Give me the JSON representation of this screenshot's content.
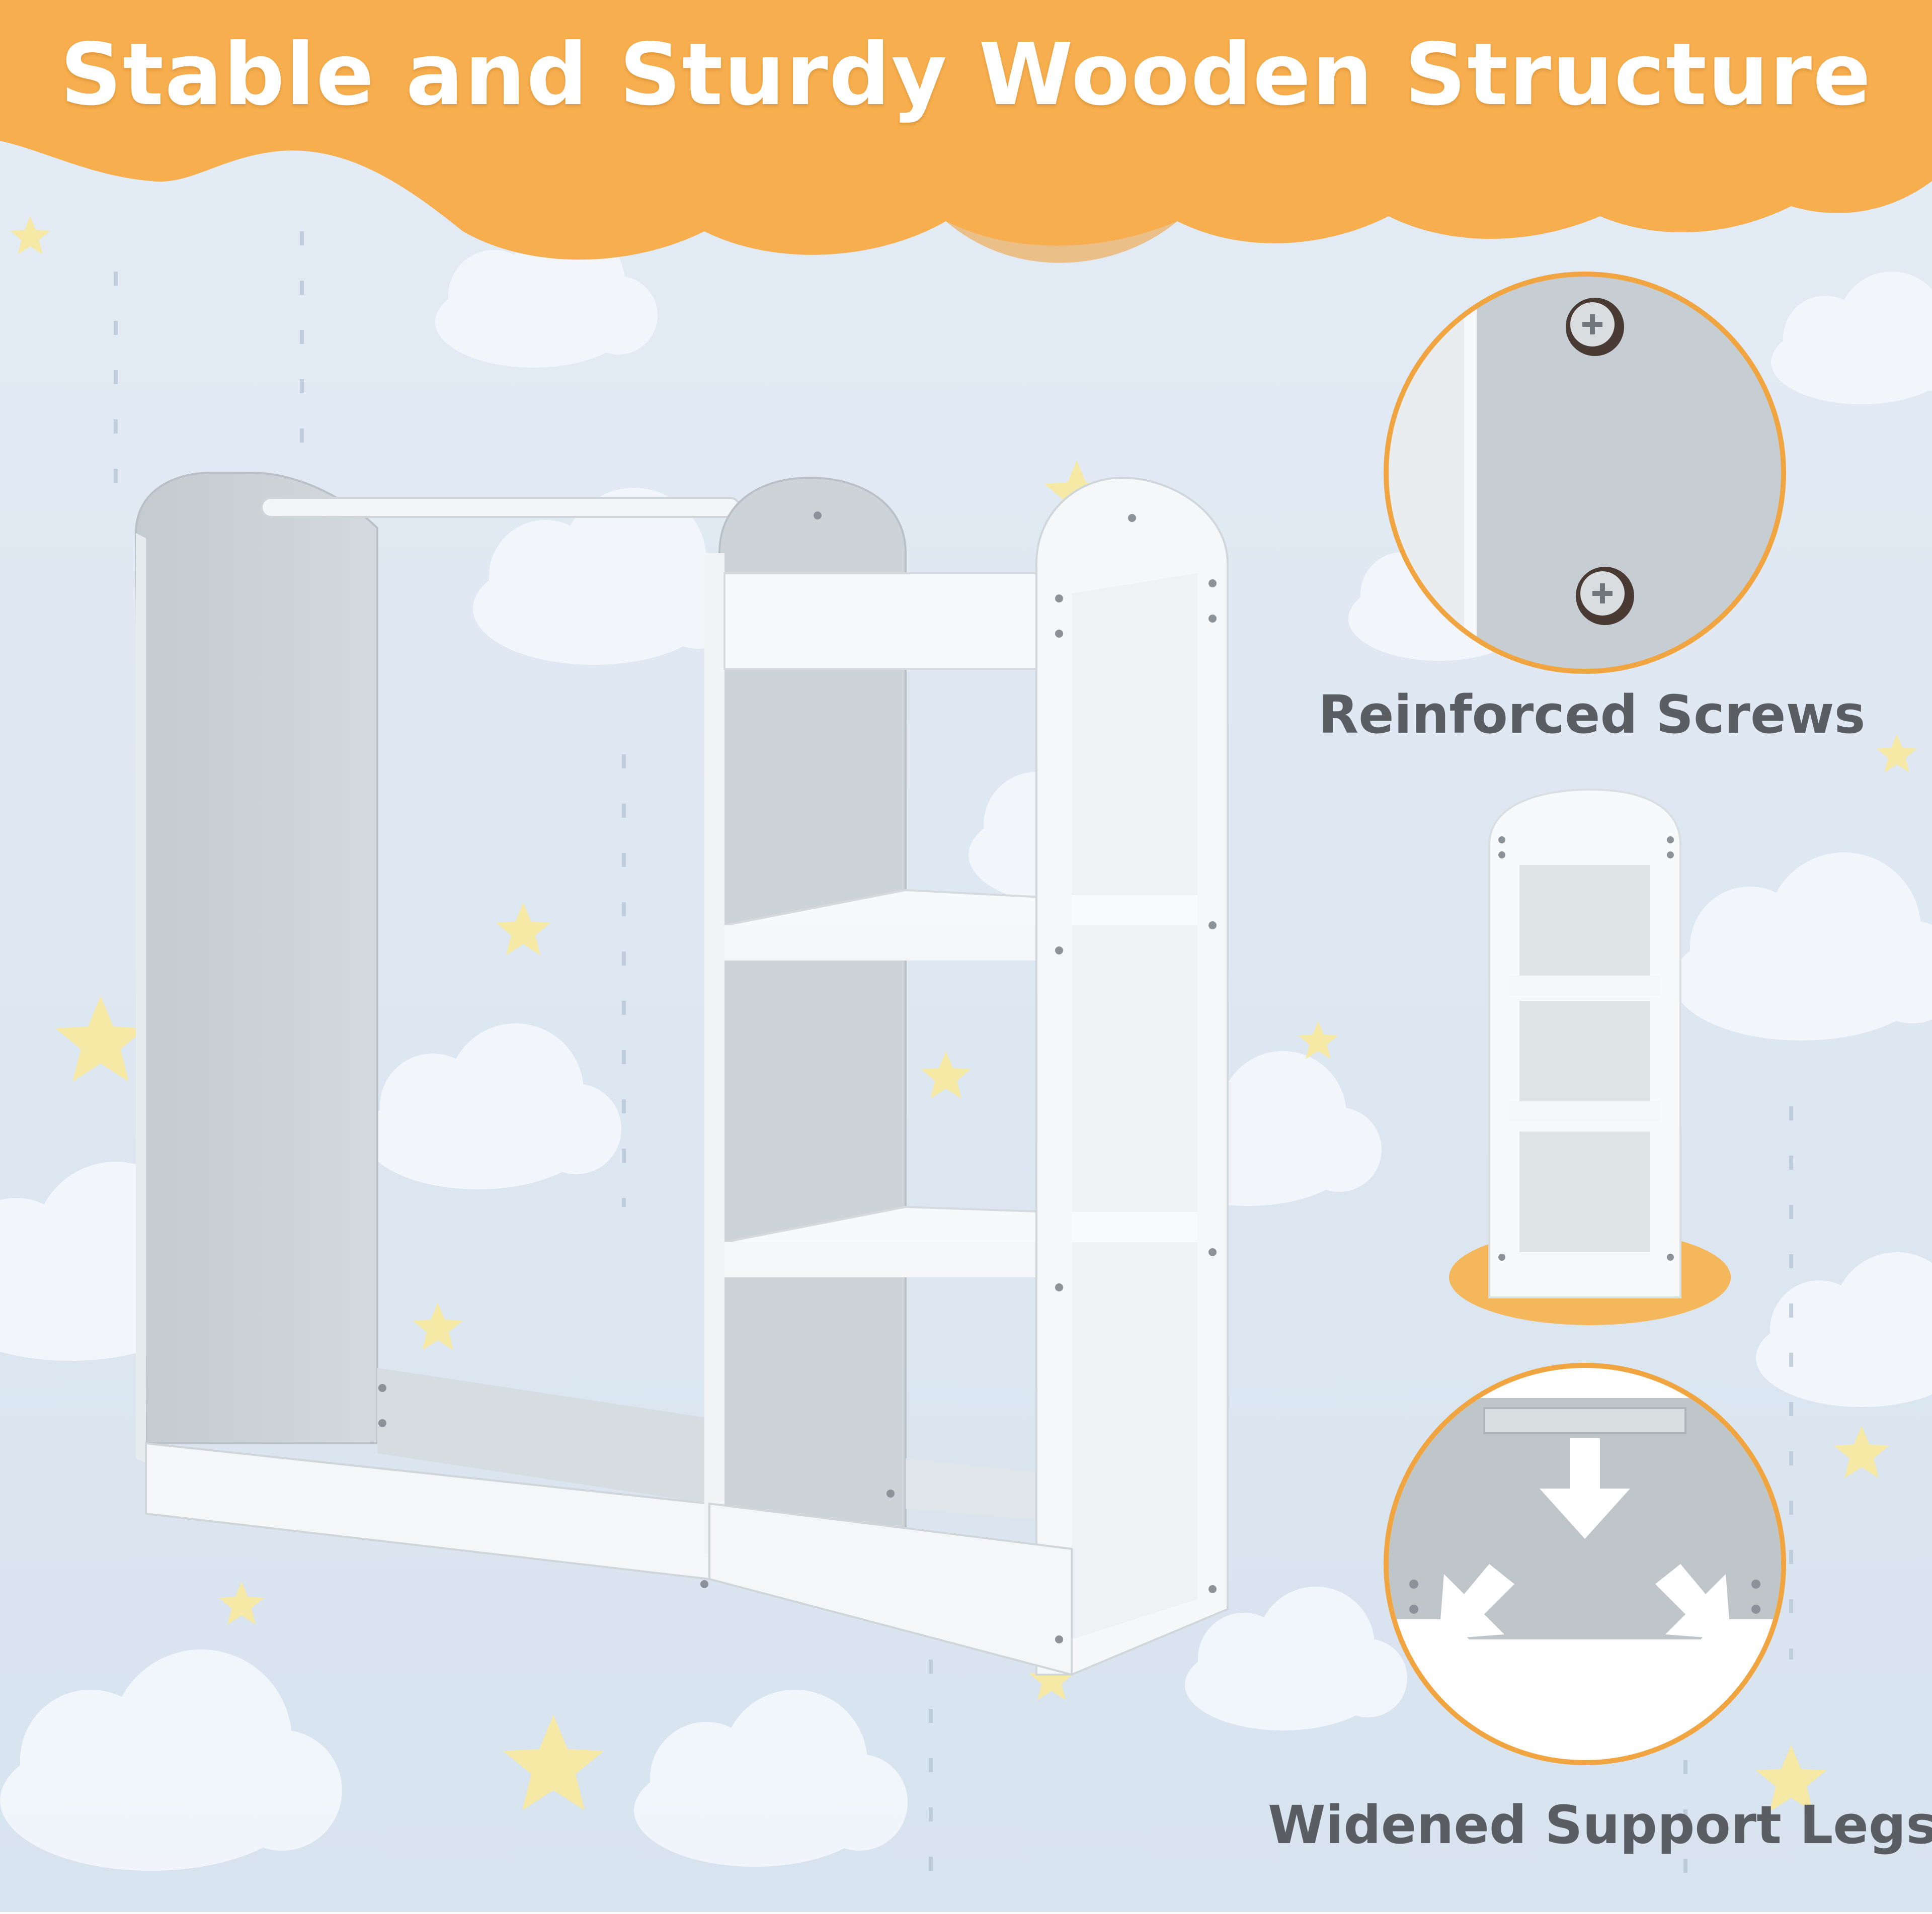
{
  "title": "Stable and Sturdy Wooden Structure",
  "features": {
    "screws_label": "Reinforced Screws",
    "legs_label": "Widened Support Legs"
  },
  "colors": {
    "banner": "#f6ae4e",
    "background": "#dde8f3",
    "accent_ring": "#f0a540",
    "furniture_white": "#f6f8fa",
    "furniture_grey": "#c9d0d4",
    "caption_text": "#5a5e63",
    "star": "#f7ecb0"
  },
  "icons": [
    "star-icon",
    "cloud-icon",
    "screw-icon",
    "arrow-down-icon"
  ]
}
